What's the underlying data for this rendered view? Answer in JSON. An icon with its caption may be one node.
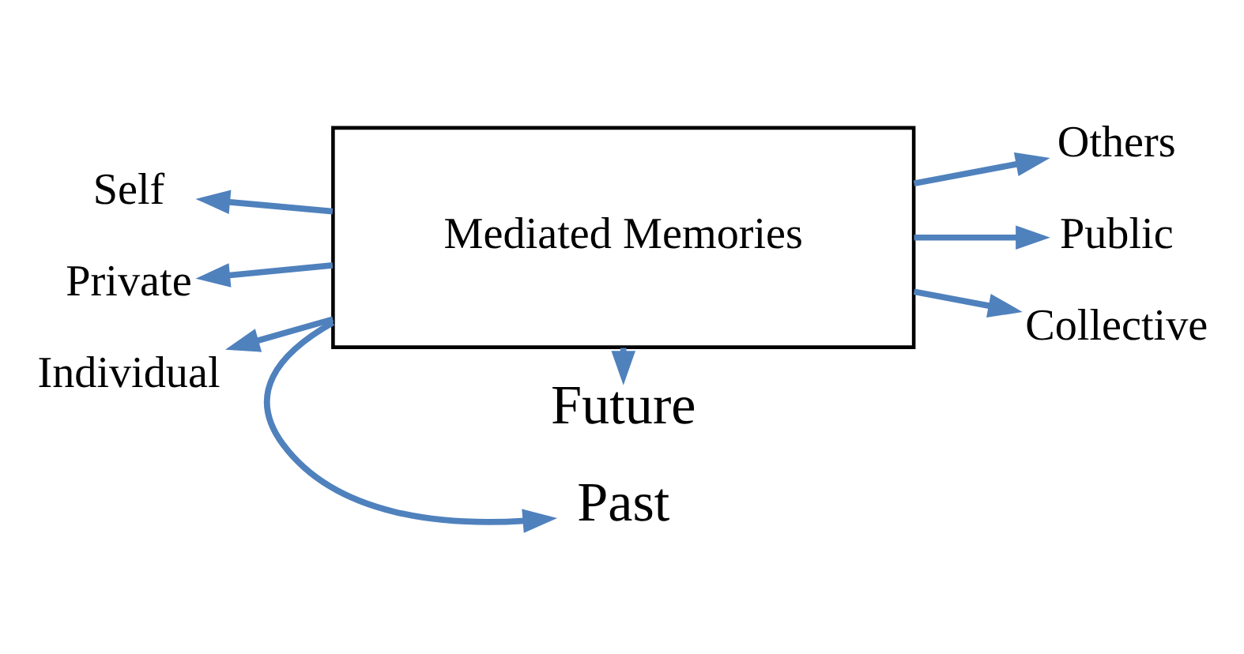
{
  "diagram": {
    "nodes": [
      {
        "text": [
          "Mediated Memories"
        ]
      },
      {
        "text": [
          "Future"
        ]
      },
      {
        "text": [
          "Past"
        ]
      },
      {
        "text": [
          "Self"
        ]
      },
      {
        "text": [
          "Private"
        ]
      },
      {
        "text": [
          "Individual"
        ]
      },
      {
        "text": [
          "Others"
        ]
      },
      {
        "text": [
          "Public"
        ]
      },
      {
        "text": [
          "Collective"
        ]
      }
    ],
    "edges": [
      {
        "from": 0,
        "to": 1,
        "arrow": "to"
      },
      {
        "from": 0,
        "to": 2,
        "arrow": "to"
      },
      {
        "from": 0,
        "to": 3,
        "arrow": "to"
      },
      {
        "from": 0,
        "to": 4,
        "arrow": "to"
      },
      {
        "from": 0,
        "to": 5,
        "arrow": "to"
      },
      {
        "from": 0,
        "to": 6,
        "arrow": "to"
      },
      {
        "from": 0,
        "to": 7,
        "arrow": "to"
      },
      {
        "from": 0,
        "to": 8,
        "arrow": "to"
      }
    ]
  }
}
